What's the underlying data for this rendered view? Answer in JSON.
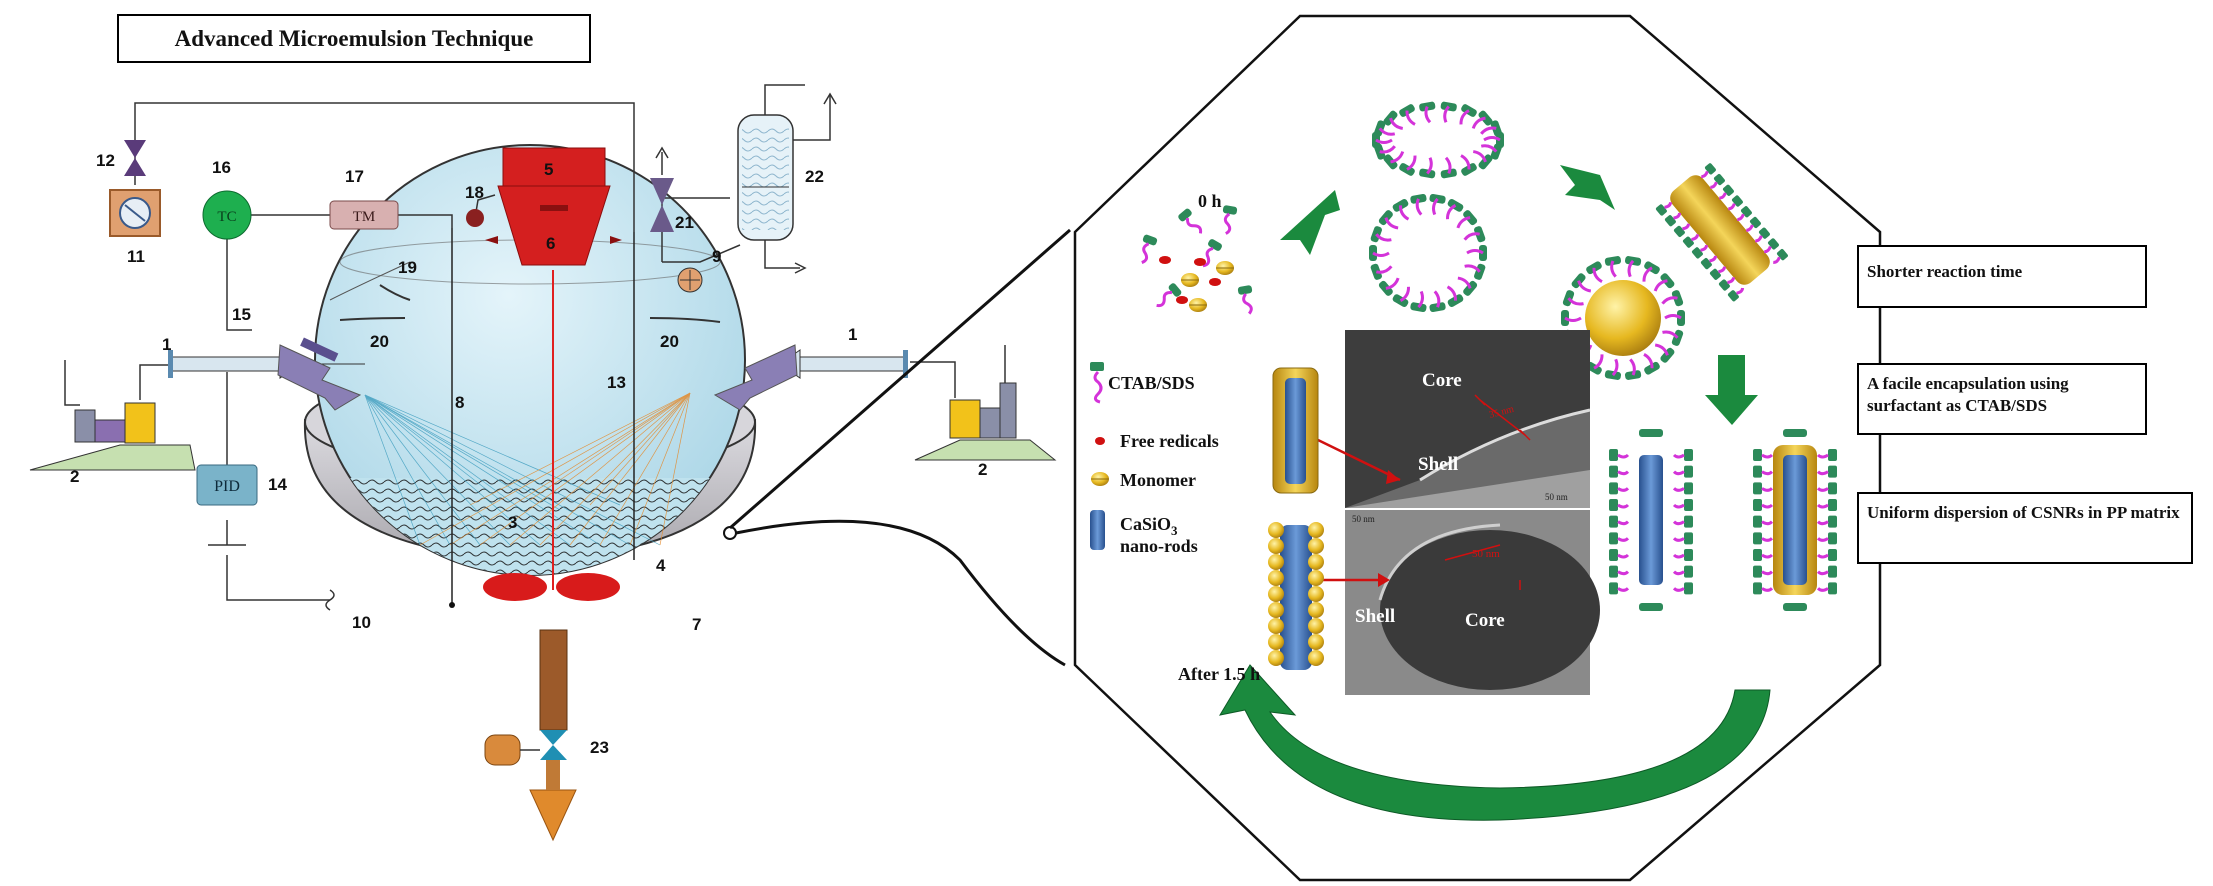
{
  "title": "Advanced Microemulsion Technique",
  "reactor": {
    "parts": {
      "feed_pipe_left": "1",
      "feed_pipe_right": "1",
      "pump_left": "2",
      "pump_right": "2",
      "emulsion": "3",
      "liquid": "4",
      "motor": "5",
      "gearbox": "6",
      "jacket": "7",
      "thermowell_left": "8",
      "valve_9": "9",
      "heater": "10",
      "flow_meter": "11",
      "valve_12": "12",
      "thermowell_right": "13",
      "pid_label": "14",
      "line_15": "15",
      "tc_label": "16",
      "tm_label": "17",
      "sensor_18": "18",
      "baffle_19": "19",
      "baffle_left": "20",
      "baffle_right": "20",
      "valve_21": "21",
      "condenser": "22",
      "outlet_valve": "23"
    },
    "controller_tc": "TC",
    "meter_tm": "TM",
    "controller_pid": "PID"
  },
  "mechanism": {
    "time_start": "0 h",
    "time_end": "After 1.5 h",
    "legend": [
      {
        "label": "CTAB/SDS",
        "icon": "surfactant-icon"
      },
      {
        "label": "Free redicals",
        "icon": "free-radical-icon"
      },
      {
        "label": "Monomer",
        "icon": "monomer-icon"
      },
      {
        "label": "CaSiO",
        "subscript": "3",
        "label2": "nano-rods",
        "icon": "nanorod-icon"
      }
    ],
    "tem_top": {
      "core": "Core",
      "shell": "Shell",
      "measure": "35 nm",
      "scale": "50 nm"
    },
    "tem_bottom": {
      "core": "Core",
      "shell": "Shell",
      "measure": "50 nm",
      "scale": "50 nm"
    }
  },
  "benefits": [
    "Shorter reaction time",
    "A facile encapsulation using surfactant as CTAB/SDS",
    "Uniform dispersion of CSNRs in PP matrix"
  ],
  "colors": {
    "vessel": "#cfe9f2",
    "jacket": "#c9c7cc",
    "motor": "#d41f1f",
    "tc": "#1eaf4f",
    "arrow_green": "#1b8a3e",
    "surfactant_head": "#2d8a5a",
    "surfactant_tail": "#d433d9",
    "core_gold": "#e6b820",
    "rod_blue": "#3d6fb5"
  }
}
